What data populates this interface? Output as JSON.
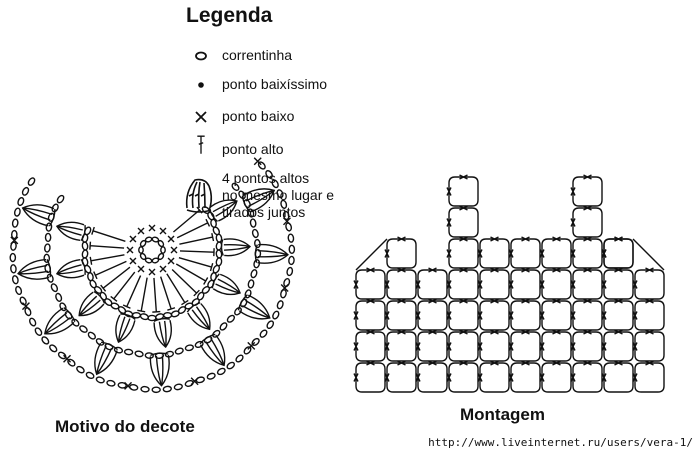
{
  "legend": {
    "title": "Legenda",
    "items": [
      {
        "icon": "chain-stitch-icon",
        "label": "correntinha"
      },
      {
        "icon": "slip-stitch-icon",
        "label": "ponto baixíssimo"
      },
      {
        "icon": "single-crochet-icon",
        "label": "ponto baixo"
      },
      {
        "icon": "double-crochet-icon",
        "label": "ponto alto"
      },
      {
        "icon": "cluster-stitch-icon",
        "lines": [
          "4 pontos altos",
          "no mesmo lugar e",
          "tirados juntos"
        ]
      }
    ]
  },
  "motif": {
    "caption": "Motivo do decote"
  },
  "assembly": {
    "caption": "Montagem"
  },
  "source_url": "http://www.liveinternet.ru/users/vera-1/",
  "colors": {
    "ink": "#111111",
    "background": "#ffffff"
  }
}
